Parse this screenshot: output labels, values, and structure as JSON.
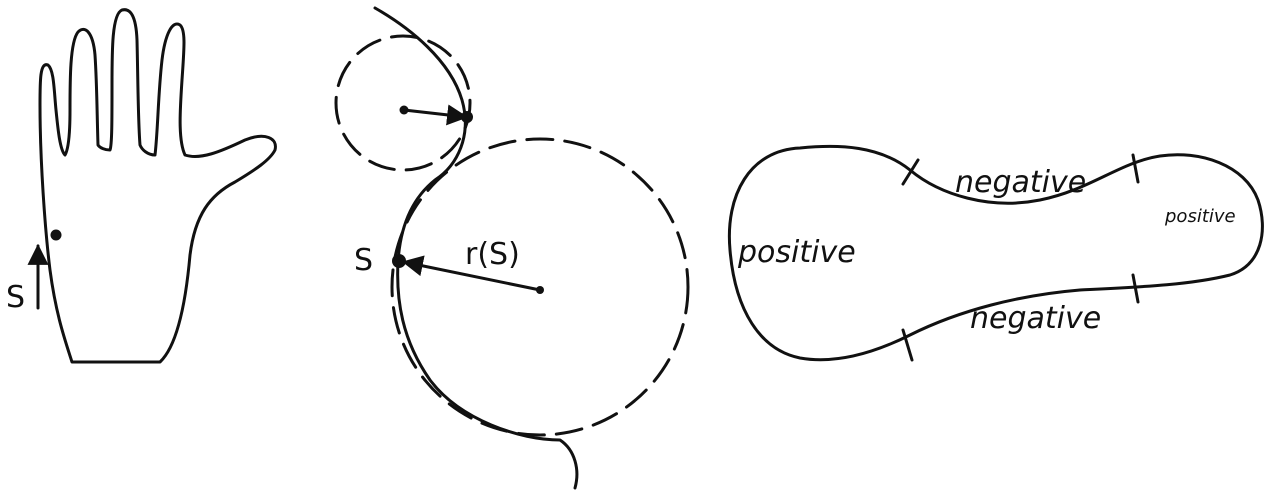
{
  "hand_panel": {
    "arc_length_label": "S"
  },
  "curve_panel": {
    "point_label": "S",
    "radius_label": "r(S)"
  },
  "blob_panel": {
    "left_label": "positive",
    "right_label": "positive",
    "top_label": "negative",
    "bottom_label": "negative"
  },
  "colors": {
    "ink": "#111111",
    "background": "#ffffff"
  }
}
